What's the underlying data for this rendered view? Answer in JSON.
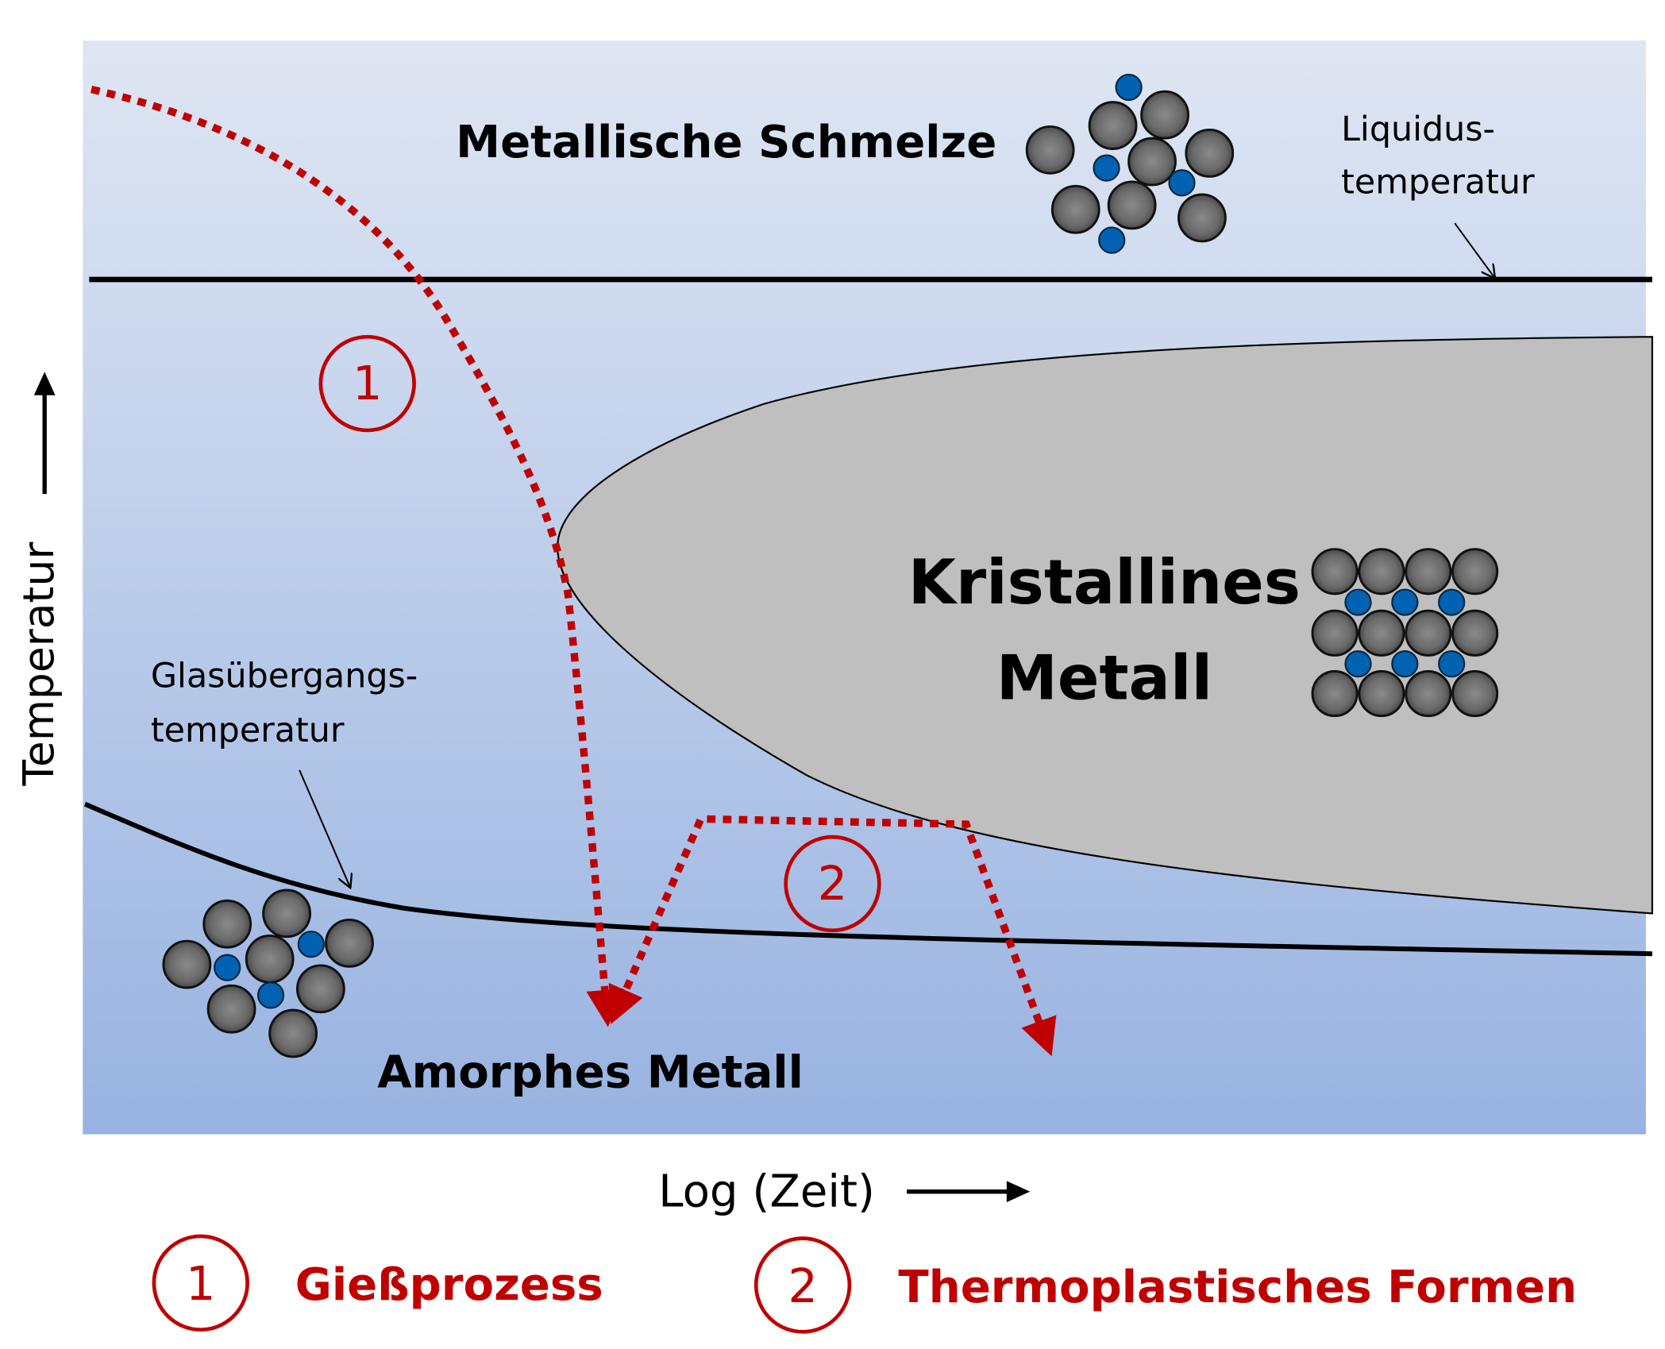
{
  "diagram": {
    "type": "TTT-diagram",
    "language": "de",
    "axes": {
      "y_label": "Temperatur",
      "x_label": "Log (Zeit)",
      "y_arrow": "arrow-up-icon",
      "x_arrow": "arrow-right-icon"
    },
    "regions": {
      "melt": "Metallische Schmelze",
      "crystalline_line1": "Kristallines",
      "crystalline_line2": "Metall",
      "amorphous": "Amorphes Metall"
    },
    "annotations": {
      "liquidus_line1": "Liquidus-",
      "liquidus_line2": "temperatur",
      "glass_line1": "Glasübergangs-",
      "glass_line2": "temperatur"
    },
    "paths": [
      {
        "number": "1",
        "label": "Gießprozess"
      },
      {
        "number": "2",
        "label": "Thermoplastisches Formen"
      }
    ],
    "colors": {
      "background_top": "#dfe6f3",
      "background_bottom": "#98b3e1",
      "crystalline_region": "#bfbfbf",
      "process_path": "#c00000",
      "atom_large": "#6e6e6e",
      "atom_small": "#0062b0",
      "line": "#000000"
    }
  }
}
